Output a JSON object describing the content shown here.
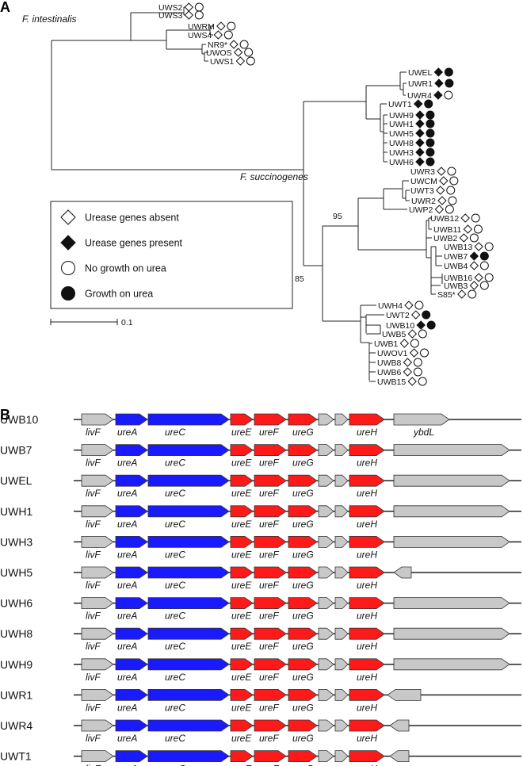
{
  "panel_a_label": "A",
  "panel_b_label": "B",
  "clade_labels": [
    "F. intestinalis",
    "F. succinogenes"
  ],
  "bootstrap_labels": [
    "95",
    "85"
  ],
  "scale_label": "0.1",
  "legend": [
    {
      "label": "Urease genes absent",
      "shape": "diamond",
      "fill": "open"
    },
    {
      "label": "Urease genes present",
      "shape": "diamond",
      "fill": "filled"
    },
    {
      "label": "No growth on urea",
      "shape": "circle",
      "fill": "open"
    },
    {
      "label": "Growth on urea",
      "shape": "circle",
      "fill": "filled"
    }
  ],
  "taxa": [
    {
      "name": "UWS2",
      "genes": false,
      "growth": false
    },
    {
      "name": "UWS3",
      "genes": false,
      "growth": false
    },
    {
      "name": "UWRM",
      "genes": false,
      "growth": false
    },
    {
      "name": "UWS4",
      "genes": false,
      "growth": false
    },
    {
      "name": "NR9*",
      "genes": false,
      "growth": false
    },
    {
      "name": "UWOS",
      "genes": false,
      "growth": false
    },
    {
      "name": "UWS1",
      "genes": false,
      "growth": false
    },
    {
      "name": "UWEL",
      "genes": true,
      "growth": true
    },
    {
      "name": "UWR1",
      "genes": true,
      "growth": true
    },
    {
      "name": "UWR4",
      "genes": true,
      "growth": false
    },
    {
      "name": "UWT1",
      "genes": true,
      "growth": true
    },
    {
      "name": "UWH9",
      "genes": true,
      "growth": true
    },
    {
      "name": "UWH1",
      "genes": true,
      "growth": true
    },
    {
      "name": "UWH5",
      "genes": true,
      "growth": true
    },
    {
      "name": "UWH8",
      "genes": true,
      "growth": true
    },
    {
      "name": "UWH3",
      "genes": true,
      "growth": true
    },
    {
      "name": "UWH6",
      "genes": true,
      "growth": true
    },
    {
      "name": "UWR3",
      "genes": false,
      "growth": false
    },
    {
      "name": "UWCM",
      "genes": false,
      "growth": false
    },
    {
      "name": "UWT3",
      "genes": false,
      "growth": false
    },
    {
      "name": "UWR2",
      "genes": false,
      "growth": false
    },
    {
      "name": "UWP2",
      "genes": false,
      "growth": false
    },
    {
      "name": "UWB12",
      "genes": false,
      "growth": false
    },
    {
      "name": "UWB11",
      "genes": false,
      "growth": false
    },
    {
      "name": "UWB2",
      "genes": false,
      "growth": false
    },
    {
      "name": "UWB13",
      "genes": false,
      "growth": false
    },
    {
      "name": "UWB7",
      "genes": true,
      "growth": true
    },
    {
      "name": "UWB4",
      "genes": false,
      "growth": false
    },
    {
      "name": "UWB16",
      "genes": false,
      "growth": false
    },
    {
      "name": "UWB3",
      "genes": false,
      "growth": false
    },
    {
      "name": "S85*",
      "genes": false,
      "growth": false
    },
    {
      "name": "UWH4",
      "genes": false,
      "growth": false
    },
    {
      "name": "UWT2",
      "genes": false,
      "growth": true
    },
    {
      "name": "UWB10",
      "genes": true,
      "growth": true
    },
    {
      "name": "UWB5",
      "genes": false,
      "growth": false
    },
    {
      "name": "UWB1",
      "genes": false,
      "growth": false
    },
    {
      "name": "UWOV1",
      "genes": false,
      "growth": false
    },
    {
      "name": "UWB8",
      "genes": false,
      "growth": false
    },
    {
      "name": "UWB6",
      "genes": false,
      "growth": false
    },
    {
      "name": "UWB15",
      "genes": false,
      "growth": false
    }
  ],
  "colors": {
    "accessory": "#c8c8c8",
    "structural": "#1a1aff",
    "accessory_ure": "#ff1a1a"
  },
  "gene_labels": [
    "livF",
    "ureA",
    "ureC",
    "ureE",
    "ureF",
    "ureG",
    "ureH",
    "ybdL"
  ],
  "clusters": [
    {
      "strain": "UWB10",
      "tail": "ybdL"
    },
    {
      "strain": "UWB7",
      "tail": "long"
    },
    {
      "strain": "UWEL",
      "tail": "long"
    },
    {
      "strain": "UWH1",
      "tail": "long"
    },
    {
      "strain": "UWH3",
      "tail": "long"
    },
    {
      "strain": "UWH5",
      "tail": "short_rev"
    },
    {
      "strain": "UWH6",
      "tail": "long"
    },
    {
      "strain": "UWH8",
      "tail": "long"
    },
    {
      "strain": "UWH9",
      "tail": "long"
    },
    {
      "strain": "UWR1",
      "tail": "medium_rev"
    },
    {
      "strain": "UWR4",
      "tail": "small_rev"
    },
    {
      "strain": "UWT1",
      "tail": "small_rev"
    }
  ]
}
